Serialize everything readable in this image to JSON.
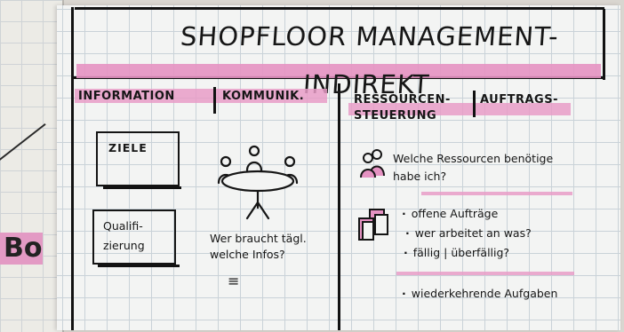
{
  "title": "SHOPFLOOR MANAGEMENT- INDIREKT",
  "left_fragment": "Bo",
  "left_section": {
    "heading_part1": "INFORMATION",
    "heading_part2": "KOMMUNIK.",
    "box_goals": "ZIELE",
    "box_qualification_line1": "Qualifi-",
    "box_qualification_line2": "zierung",
    "question_line1": "Wer braucht tägl.",
    "question_line2": "welche Infos?",
    "tally": "≡"
  },
  "right_section": {
    "heading_part1_line1": "RESSOURCEN-",
    "heading_part1_line2": "STEUERUNG",
    "heading_part2": "AUFTRAGS-",
    "resource_question_line1": "Welche Ressourcen benötige",
    "resource_question_line2": "habe ich?",
    "order_items": [
      "offene Aufträge",
      "wer arbeitet an was?",
      "fällig | überfällig?"
    ],
    "recurring_item": "wiederkehrende Aufgaben"
  },
  "colors": {
    "highlight": "#e592c2",
    "ink": "#141414",
    "paper": "#f3f4f3",
    "grid": "#c9d2d8"
  }
}
